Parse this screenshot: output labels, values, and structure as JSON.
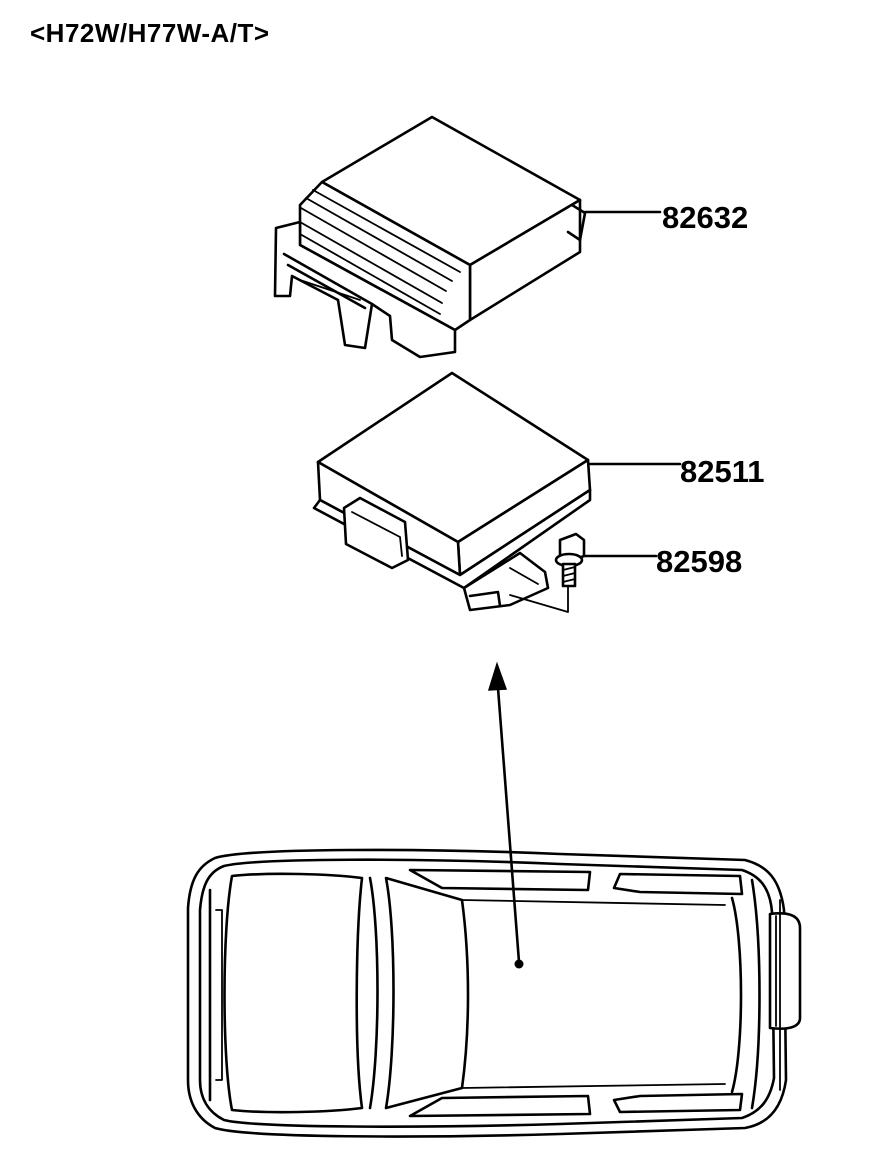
{
  "header": {
    "model_code": "<H72W/H77W-A/T>"
  },
  "parts": [
    {
      "number": "82632"
    },
    {
      "number": "82511"
    },
    {
      "number": "82598"
    }
  ],
  "colors": {
    "line": "#000000",
    "background": "#ffffff"
  }
}
